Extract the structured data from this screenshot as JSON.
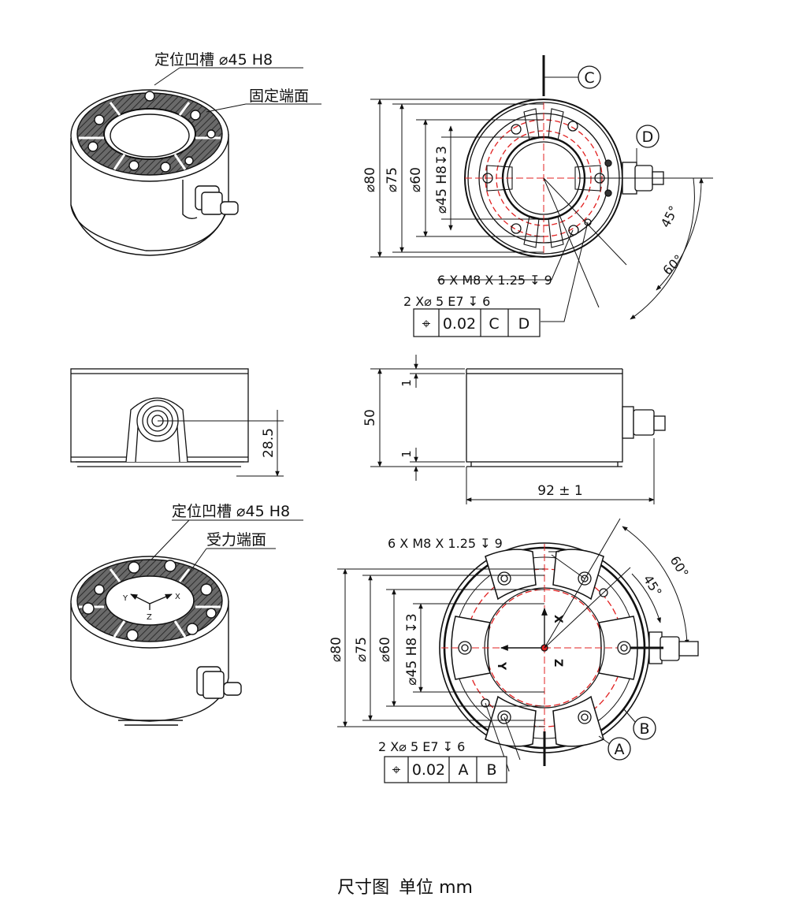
{
  "iso_top": {
    "callout_groove": "定位凹槽 ⌀45 H8",
    "callout_face": "固定端面"
  },
  "top_view": {
    "dia_80": "⌀80",
    "dia_75": "⌀75",
    "dia_60": "⌀60",
    "dia_45": "⌀45 H8↧3",
    "datum_c": "C",
    "datum_d": "D",
    "angle_45": "45°",
    "angle_60": "60°",
    "thread_note": "6 X M8 X 1.25 ↧ 9",
    "pin_note": "2 X⌀ 5 E7 ↧ 6",
    "fcf": {
      "symbol": "⌖",
      "tol": "0.02",
      "ref1": "C",
      "ref2": "D"
    }
  },
  "front_view": {
    "dim_28_5": "28.5"
  },
  "side_view": {
    "dim_50": "50",
    "dim_1_top": "1",
    "dim_1_bottom": "1",
    "dim_92": "92 ± 1"
  },
  "iso_bottom": {
    "callout_groove": "定位凹槽 ⌀45 H8",
    "callout_face": "受力端面",
    "axis_x": "X",
    "axis_y": "Y",
    "axis_z": "Z"
  },
  "bottom_view": {
    "thread_note": "6 X M8 X 1.25 ↧ 9",
    "dia_80": "⌀80",
    "dia_75": "⌀75",
    "dia_60": "⌀60",
    "dia_45": "⌀45 H8 ↧3",
    "angle_60": "60°",
    "angle_45": "45°",
    "axis_x": "X",
    "axis_y": "Y",
    "axis_z": "Z",
    "datum_a": "A",
    "datum_b": "B",
    "pin_note": "2 X⌀ 5 E7 ↧ 6",
    "fcf": {
      "symbol": "⌖",
      "tol": "0.02",
      "ref1": "A",
      "ref2": "B"
    }
  },
  "caption": {
    "title": "尺寸图",
    "unit": "单位 mm"
  }
}
